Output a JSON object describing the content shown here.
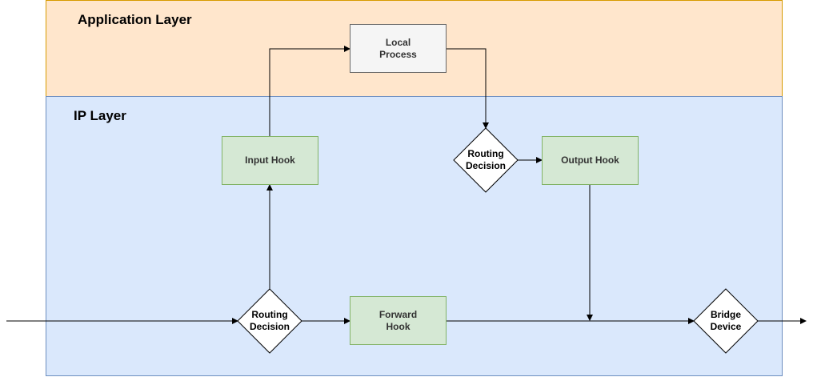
{
  "layers": {
    "application": {
      "label": "Application Layer"
    },
    "ip": {
      "label": "IP Layer"
    }
  },
  "nodes": {
    "local_process": {
      "label": "Local Process"
    },
    "input_hook": {
      "label": "Input Hook"
    },
    "output_hook": {
      "label": "Output Hook"
    },
    "forward_hook": {
      "label": "Forward Hook"
    },
    "routing_decision_upper": {
      "label": "Routing Decision"
    },
    "routing_decision_lower": {
      "label": "Routing Decision"
    },
    "bridge_device": {
      "label": "Bridge Device"
    }
  },
  "colors": {
    "application_fill": "#ffe6cc",
    "application_stroke": "#d79b00",
    "ip_fill": "#dae8fc",
    "ip_stroke": "#6c8ebf",
    "hook_fill": "#d5e8d4",
    "hook_stroke": "#82b366",
    "process_fill": "#f5f5f5",
    "process_stroke": "#666666"
  }
}
